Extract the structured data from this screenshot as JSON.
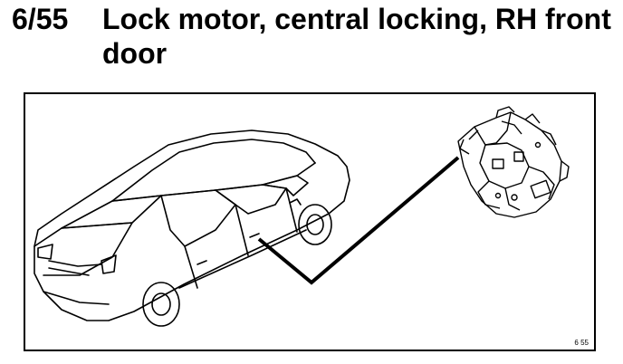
{
  "header": {
    "figure_number": "6/55",
    "title": "Lock motor, central locking, RH front door"
  },
  "illustration": {
    "reference_code": "6 55",
    "subjects": [
      "car-icon",
      "lock-motor-icon"
    ],
    "line_color": "#000000",
    "background_color": "#ffffff"
  }
}
